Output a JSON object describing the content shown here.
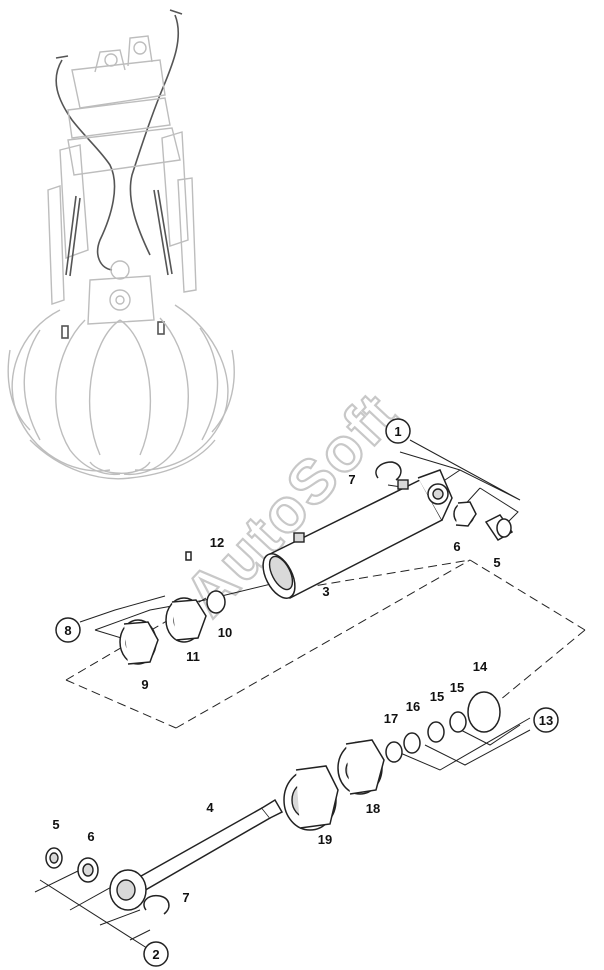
{
  "watermark": "AutoSoft",
  "parts": [
    {
      "id": "p1",
      "label": "1",
      "circled": true
    },
    {
      "id": "p2",
      "label": "2",
      "circled": true
    },
    {
      "id": "p3",
      "label": "3",
      "circled": false
    },
    {
      "id": "p4",
      "label": "4",
      "circled": false
    },
    {
      "id": "p5a",
      "label": "5",
      "circled": false
    },
    {
      "id": "p5b",
      "label": "5",
      "circled": false
    },
    {
      "id": "p6a",
      "label": "6",
      "circled": false
    },
    {
      "id": "p6b",
      "label": "6",
      "circled": false
    },
    {
      "id": "p7a",
      "label": "7",
      "circled": false
    },
    {
      "id": "p7b",
      "label": "7",
      "circled": false
    },
    {
      "id": "p8",
      "label": "8",
      "circled": true
    },
    {
      "id": "p9",
      "label": "9",
      "circled": false
    },
    {
      "id": "p10",
      "label": "10",
      "circled": false
    },
    {
      "id": "p11",
      "label": "11",
      "circled": false
    },
    {
      "id": "p12",
      "label": "12",
      "circled": false
    },
    {
      "id": "p13",
      "label": "13",
      "circled": true
    },
    {
      "id": "p14",
      "label": "14",
      "circled": false
    },
    {
      "id": "p15a",
      "label": "15",
      "circled": false
    },
    {
      "id": "p15b",
      "label": "15",
      "circled": false
    },
    {
      "id": "p16",
      "label": "16",
      "circled": false
    },
    {
      "id": "p17",
      "label": "17",
      "circled": false
    },
    {
      "id": "p18",
      "label": "18",
      "circled": false
    },
    {
      "id": "p19",
      "label": "19",
      "circled": false
    }
  ]
}
